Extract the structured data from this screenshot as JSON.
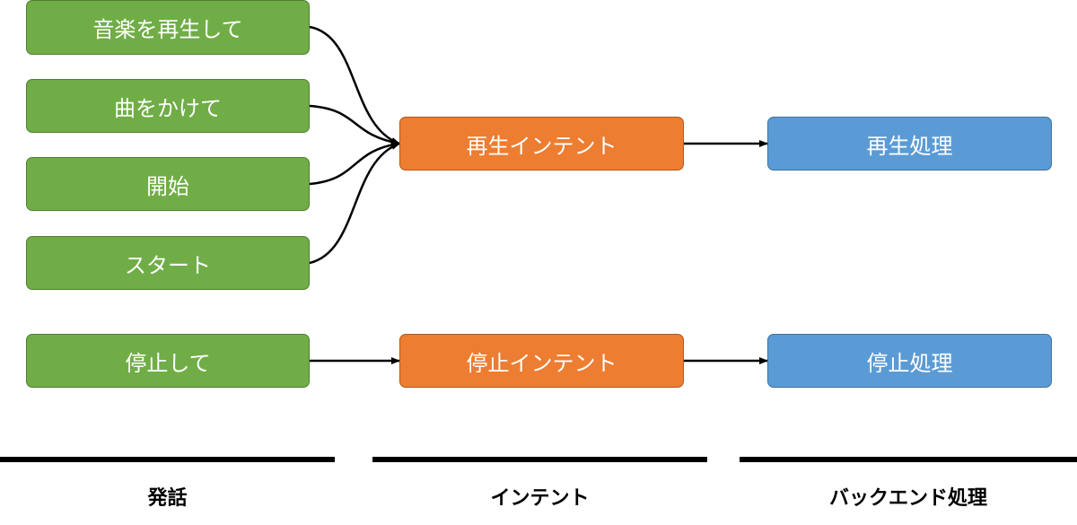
{
  "utterances": [
    "音楽を再生して",
    "曲をかけて",
    "開始",
    "スタート",
    "停止して"
  ],
  "intents": {
    "play": "再生インテント",
    "stop": "停止インテント"
  },
  "backend": {
    "play": "再生処理",
    "stop": "停止処理"
  },
  "columns": {
    "utterance": "発話",
    "intent": "インテント",
    "backend": "バックエンド処理"
  },
  "colors": {
    "utterance_fill": "#70ad47",
    "intent_fill": "#ed7d31",
    "backend_fill": "#5b9bd5",
    "text": "#ffffff",
    "connector": "#000000"
  }
}
